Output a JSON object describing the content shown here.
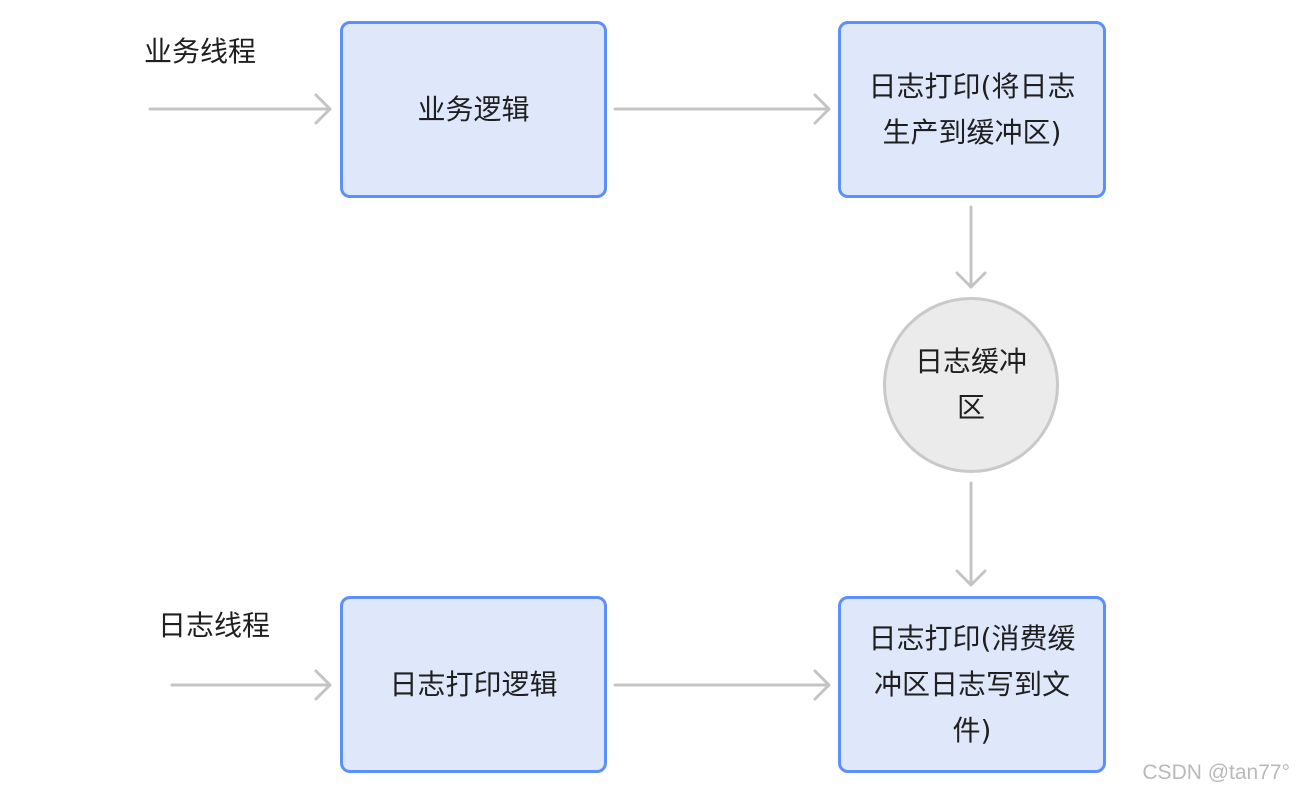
{
  "labels": {
    "business_thread": "业务线程",
    "log_thread": "日志线程"
  },
  "nodes": {
    "business_logic": "业务逻辑",
    "log_print_produce": "日志打印(将日志生产到缓冲区)",
    "log_buffer": "日志缓冲区",
    "log_print_logic": "日志打印逻辑",
    "log_print_consume": "日志打印(消费缓冲区日志写到文件)"
  },
  "watermark": "CSDN @tan77°",
  "colors": {
    "node_fill": "#dfe7fb",
    "node_border": "#5b8ff9",
    "buffer_fill": "#ebebeb",
    "buffer_border": "#c9c9c9",
    "arrow": "#c4c4c4"
  }
}
